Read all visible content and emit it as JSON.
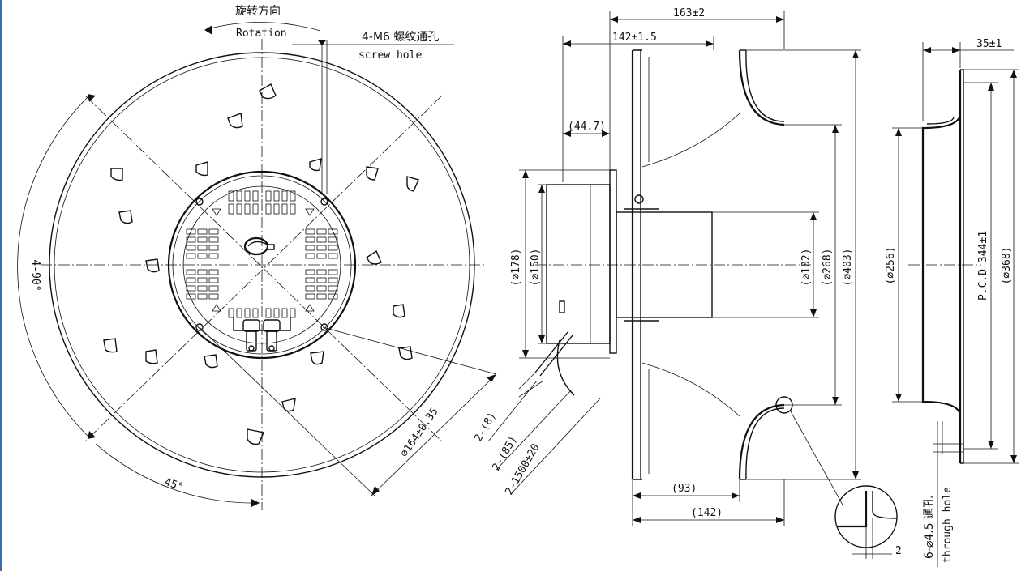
{
  "labels": {
    "rotation_cn": "旋转方向",
    "rotation_en": "Rotation",
    "screw_cn": "4-M6 螺纹通孔",
    "screw_en": "screw hole",
    "angle_4x90": "4-90°",
    "angle_45": "45°",
    "dia_164": "⌀164±0.35",
    "cable_1": "2-(8)",
    "cable_2": "2-(85)",
    "cable_3": "2-1500±20",
    "dim_163": "163±2",
    "dim_142": "142±1.5",
    "dim_44_7": "(44.7)",
    "dia_178": "(⌀178)",
    "dia_150": "(⌀150)",
    "dia_102": "(⌀102)",
    "dia_268": "(⌀268)",
    "dia_403": "(⌀403)",
    "dim_93": "(93)",
    "dim_142b": "(142)",
    "dim_35": "35±1",
    "dia_256": "(⌀256)",
    "pcd": "P.C.D 344±1",
    "dia_368": "(⌀368)",
    "hole_cn": "6-⌀4.5 通孔",
    "hole_en": "through hole",
    "detail_2": "2"
  },
  "colors": {
    "line": "#111111",
    "background": "#ffffff",
    "edge_accent": "#3b6fa8"
  },
  "icons": {
    "logo": "fan-brand-logo"
  }
}
